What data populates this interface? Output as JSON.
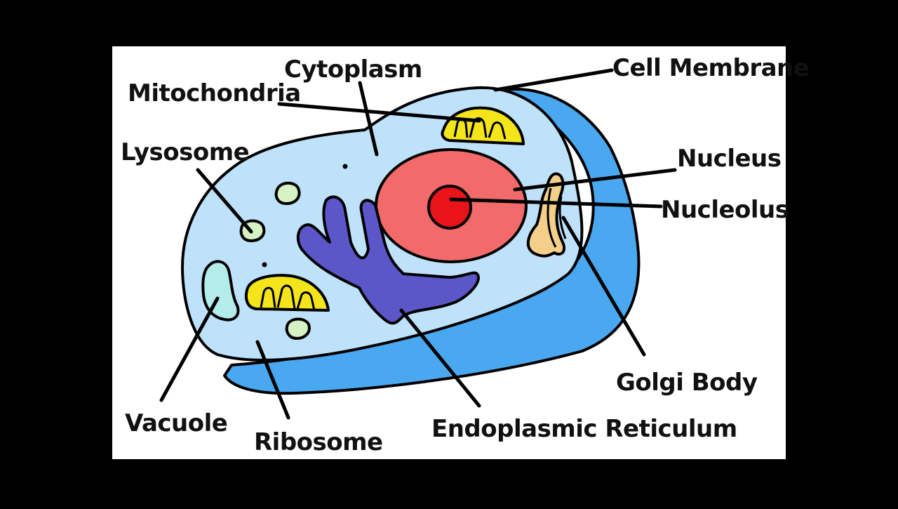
{
  "diagram": {
    "labels": {
      "cytoplasm": "Cytoplasm",
      "cell_membrane": "Cell Membrane",
      "mitochondria": "Mitochondria",
      "lysosome": "Lysosome",
      "nucleus": "Nucleus",
      "nucleolus": "Nucleolus",
      "golgi_body": "Golgi Body",
      "vacuole": "Vacuole",
      "ribosome": "Ribosome",
      "endoplasmic_reticulum": "Endoplasmic Reticulum"
    },
    "colors": {
      "background": "#000000",
      "panel": "#ffffff",
      "membrane_side": "#4aa8f0",
      "cytoplasm": "#bfe2fb",
      "nucleus": "#f26a6a",
      "nucleolus": "#e8141a",
      "mitochondria": "#f4e51b",
      "er": "#5c57c9",
      "golgi": "#f3cf8a",
      "lysosome": "#d4f2c4",
      "vacuole": "#b4ecec"
    }
  }
}
